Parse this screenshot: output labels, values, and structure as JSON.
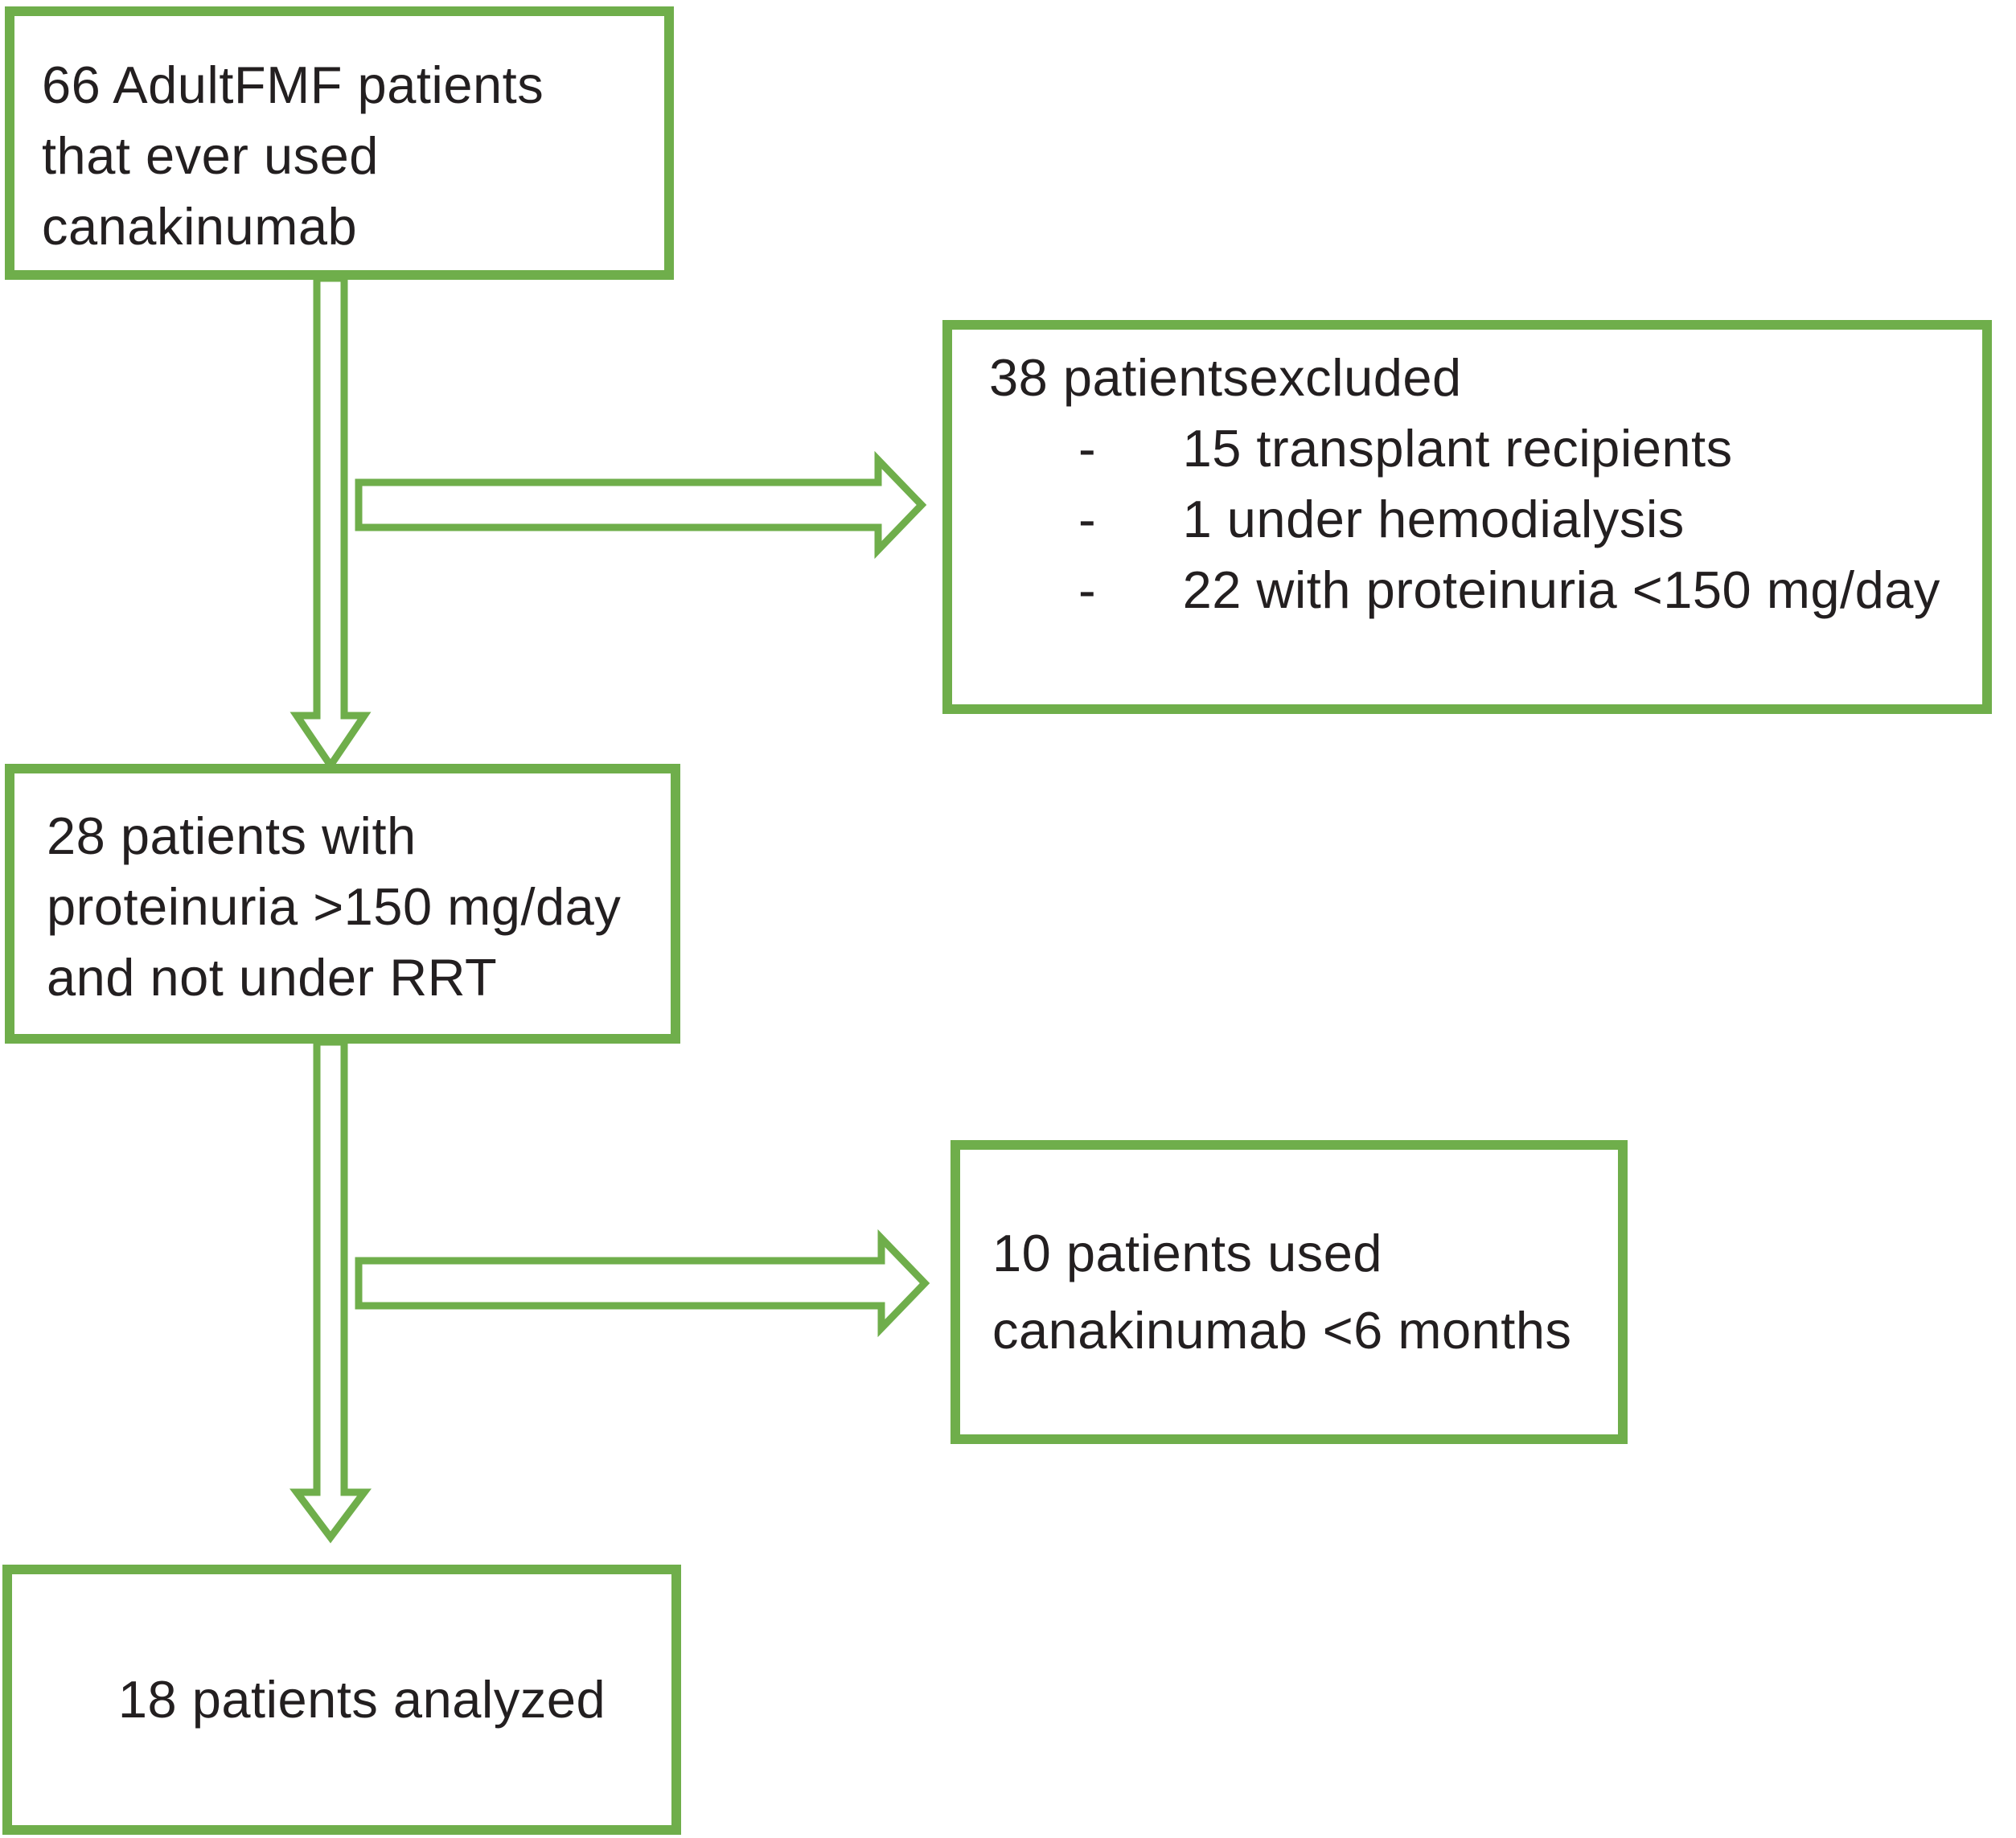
{
  "figure": {
    "type": "patient-flow-diagram",
    "background_color": "#FFFFFF",
    "outline_color": "#6FAE4B",
    "text_color": "#231F20"
  },
  "flowchart": {
    "box_initial": {
      "lines": [
        "66 AdultFMF patients",
        "that ever used",
        "canakinumab"
      ]
    },
    "box_excluded": {
      "heading": "38 patientsexcluded",
      "bullet_char": "-",
      "items": [
        "15 transplant recipients",
        "1 under hemodialysis",
        "22 with proteinuria <150 mg/day"
      ]
    },
    "box_proteinuria": {
      "lines": [
        "28 patients with",
        "proteinuria >150 mg/day",
        "and not under RRT"
      ]
    },
    "box_short_use": {
      "lines": [
        "10 patients used",
        "canakinumab <6 months"
      ]
    },
    "box_analyzed": {
      "text": "18 patients analyzed"
    },
    "connectors": [
      "down-arrow-initial-to-proteinuria",
      "right-arrow-to-excluded",
      "down-arrow-proteinuria-to-analyzed",
      "right-arrow-to-short-use"
    ]
  }
}
